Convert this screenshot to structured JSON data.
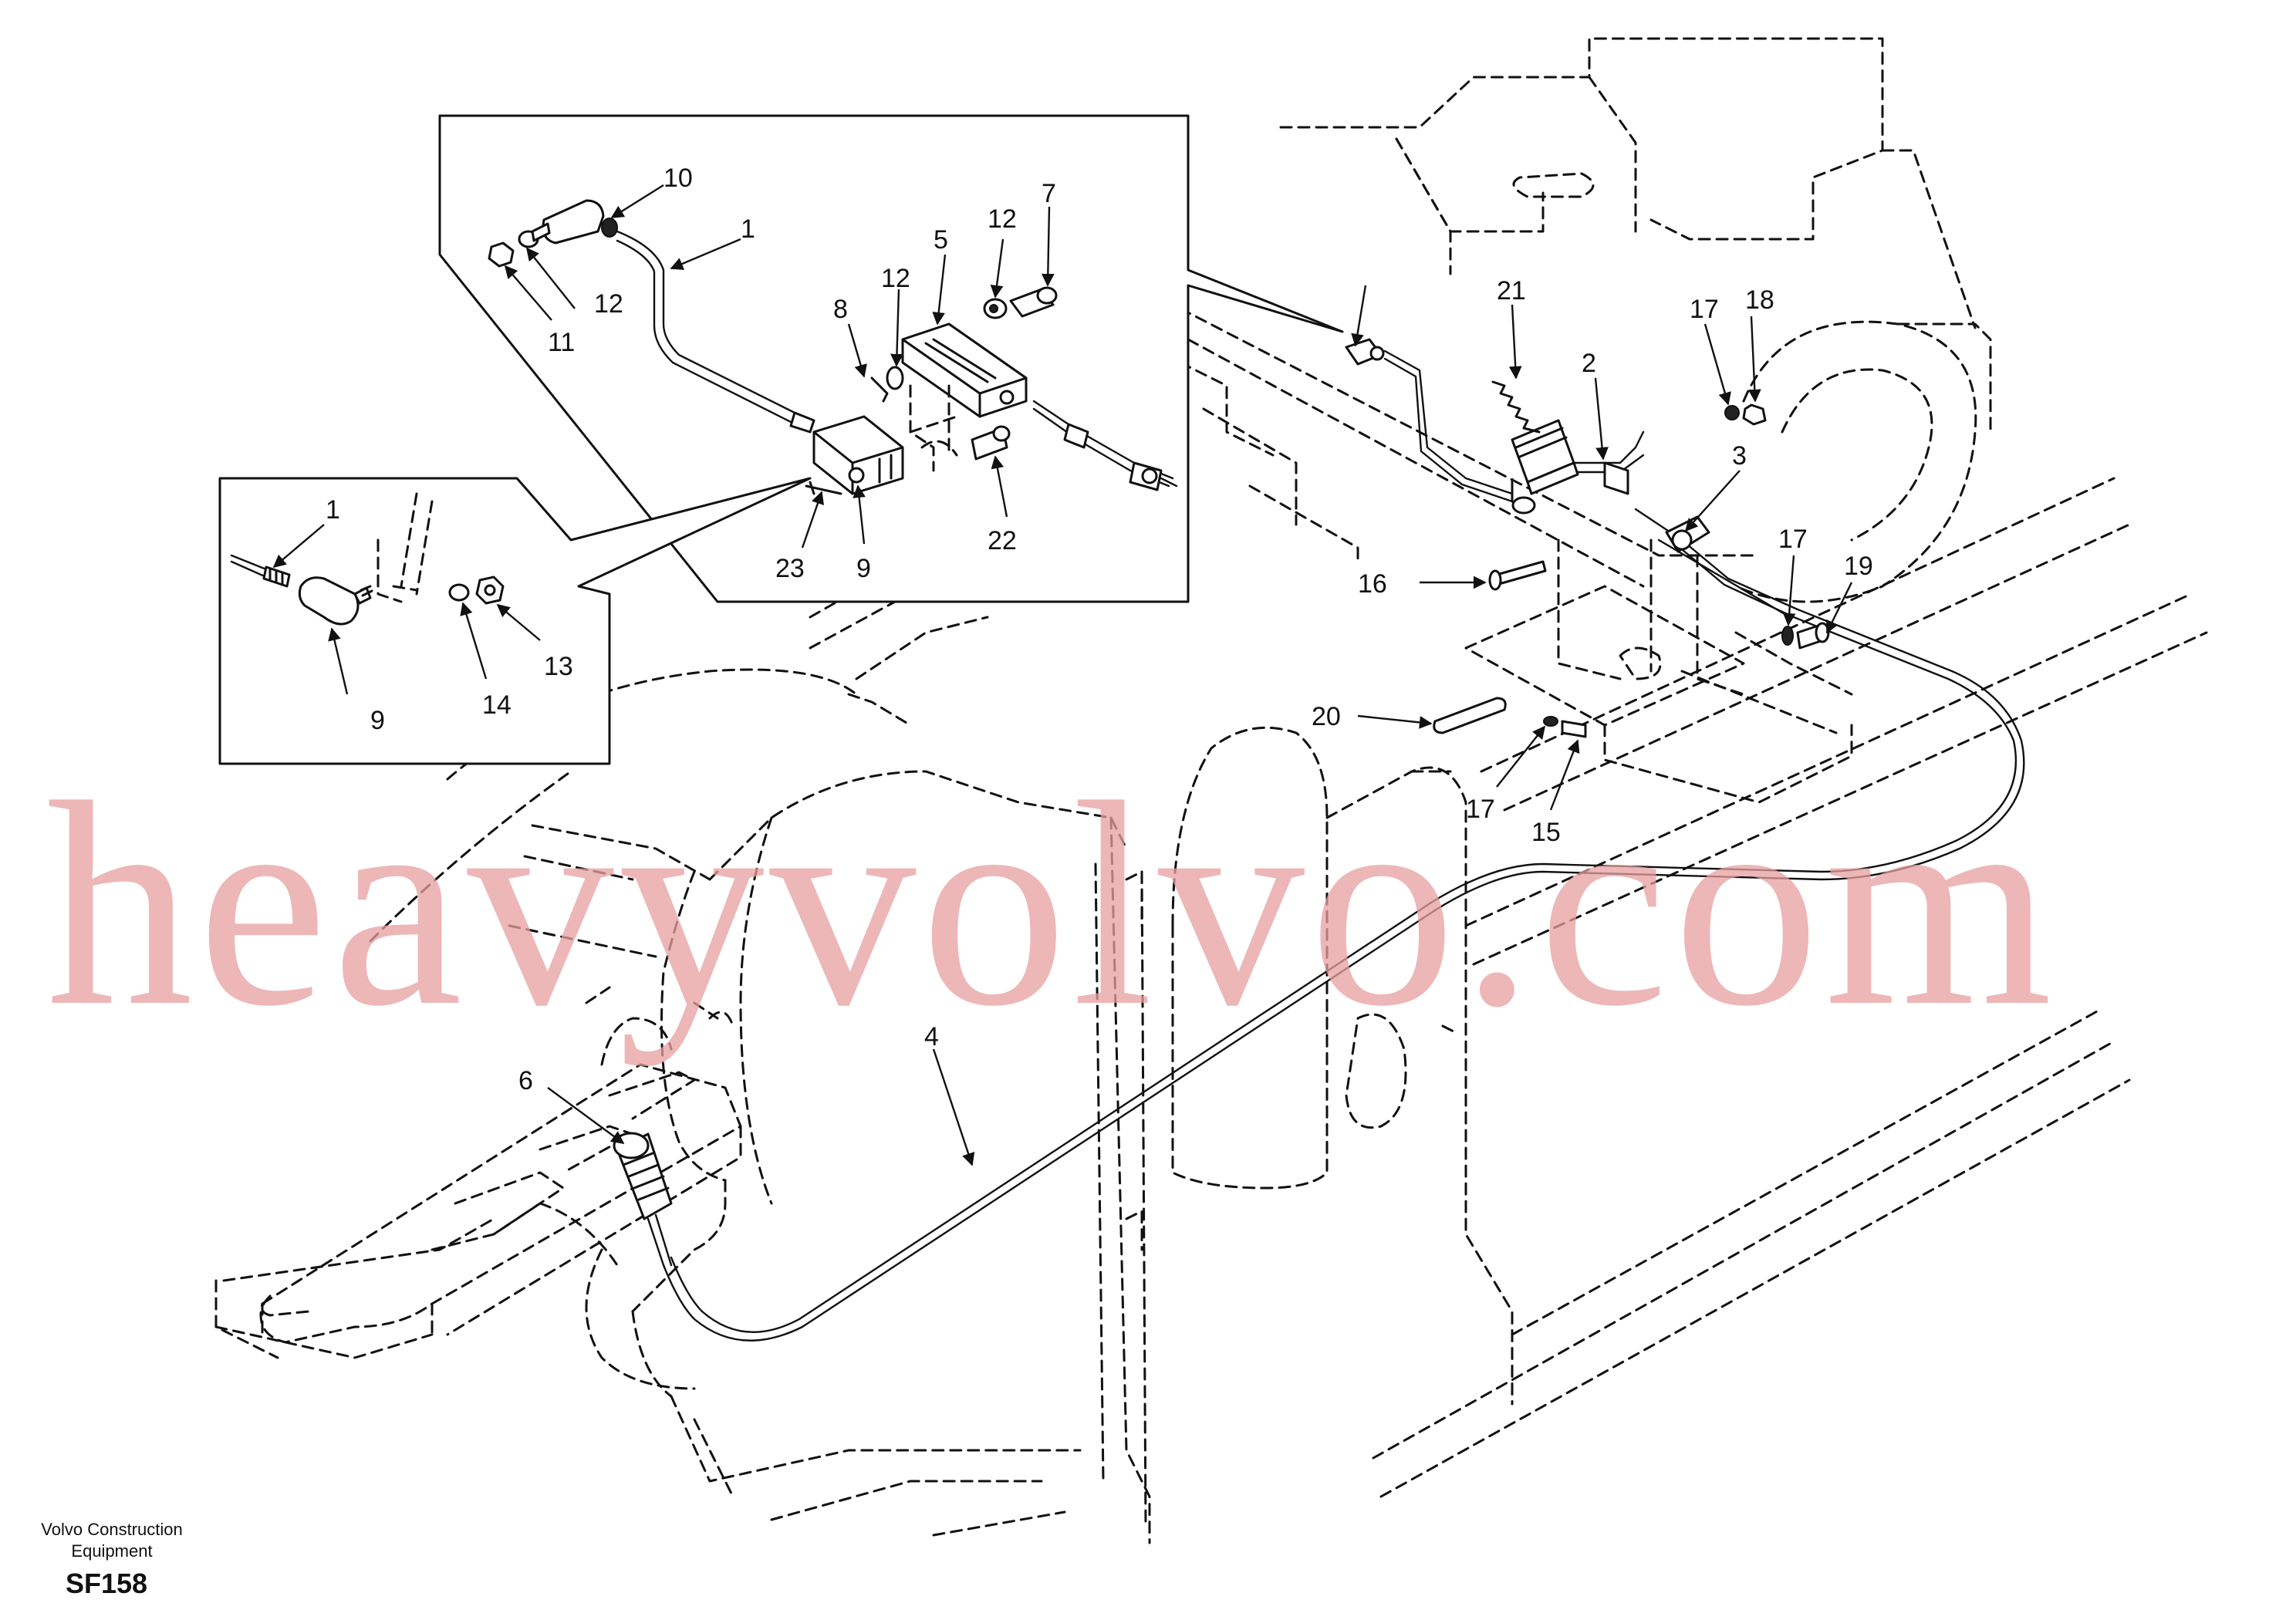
{
  "callouts": {
    "c1": "1",
    "c2": "2",
    "c3": "3",
    "c4": "4",
    "c5": "5",
    "c6": "6",
    "c7": "7",
    "c8": "8",
    "c9": "9",
    "c10": "10",
    "c11": "11",
    "c12": "12",
    "c13": "13",
    "c14": "14",
    "c15": "15",
    "c16": "16",
    "c17": "17",
    "c18": "18",
    "c19": "19",
    "c20": "20",
    "c21": "21",
    "c22": "22",
    "c23": "23"
  },
  "watermark": "heavyvolvo.com",
  "footer": {
    "line1": "Volvo Construction",
    "line2": "Equipment",
    "code": "SF158"
  }
}
